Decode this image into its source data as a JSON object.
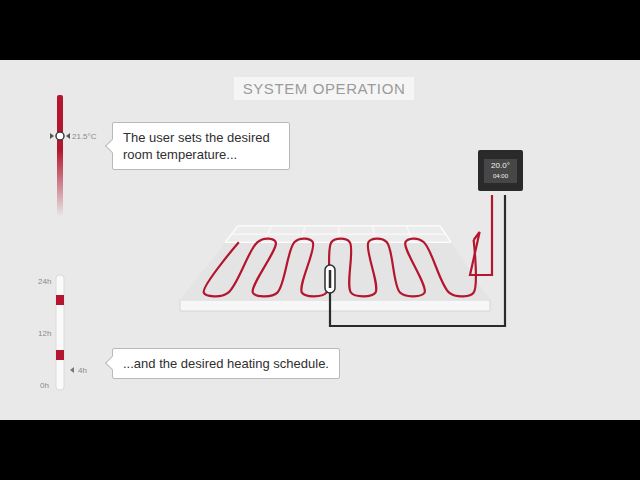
{
  "diagram": {
    "title": "SYSTEM OPERATION",
    "nodes": [
      {
        "text": [
          "The user sets the desired room temperature..."
        ]
      },
      {
        "text": [
          "...and the desired heating schedule."
        ]
      },
      {
        "text": [
          "20.0°",
          "04:00"
        ]
      }
    ],
    "labels": [
      "21.5°C",
      "24h",
      "12h",
      "0h",
      "4h"
    ]
  }
}
